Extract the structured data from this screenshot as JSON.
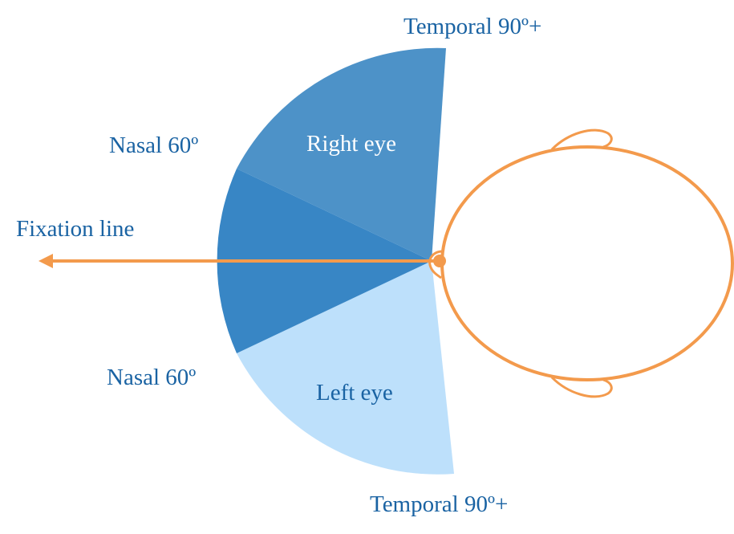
{
  "labels": {
    "temporal_top": "Temporal 90º+",
    "nasal_top": "Nasal  60º",
    "fixation": "Fixation line",
    "nasal_bottom": "Nasal 60º",
    "temporal_bottom": "Temporal  90º+",
    "right_eye": "Right eye",
    "left_eye": "Left eye"
  },
  "field_extent_degrees": {
    "temporal": 90,
    "nasal": 60
  },
  "colors": {
    "right_eye_field": "#4d92c8",
    "overlap_field": "#3886c5",
    "left_eye_field": "#bde0fb",
    "head_outline": "#f39a4c",
    "label_text": "#1a63a3"
  }
}
